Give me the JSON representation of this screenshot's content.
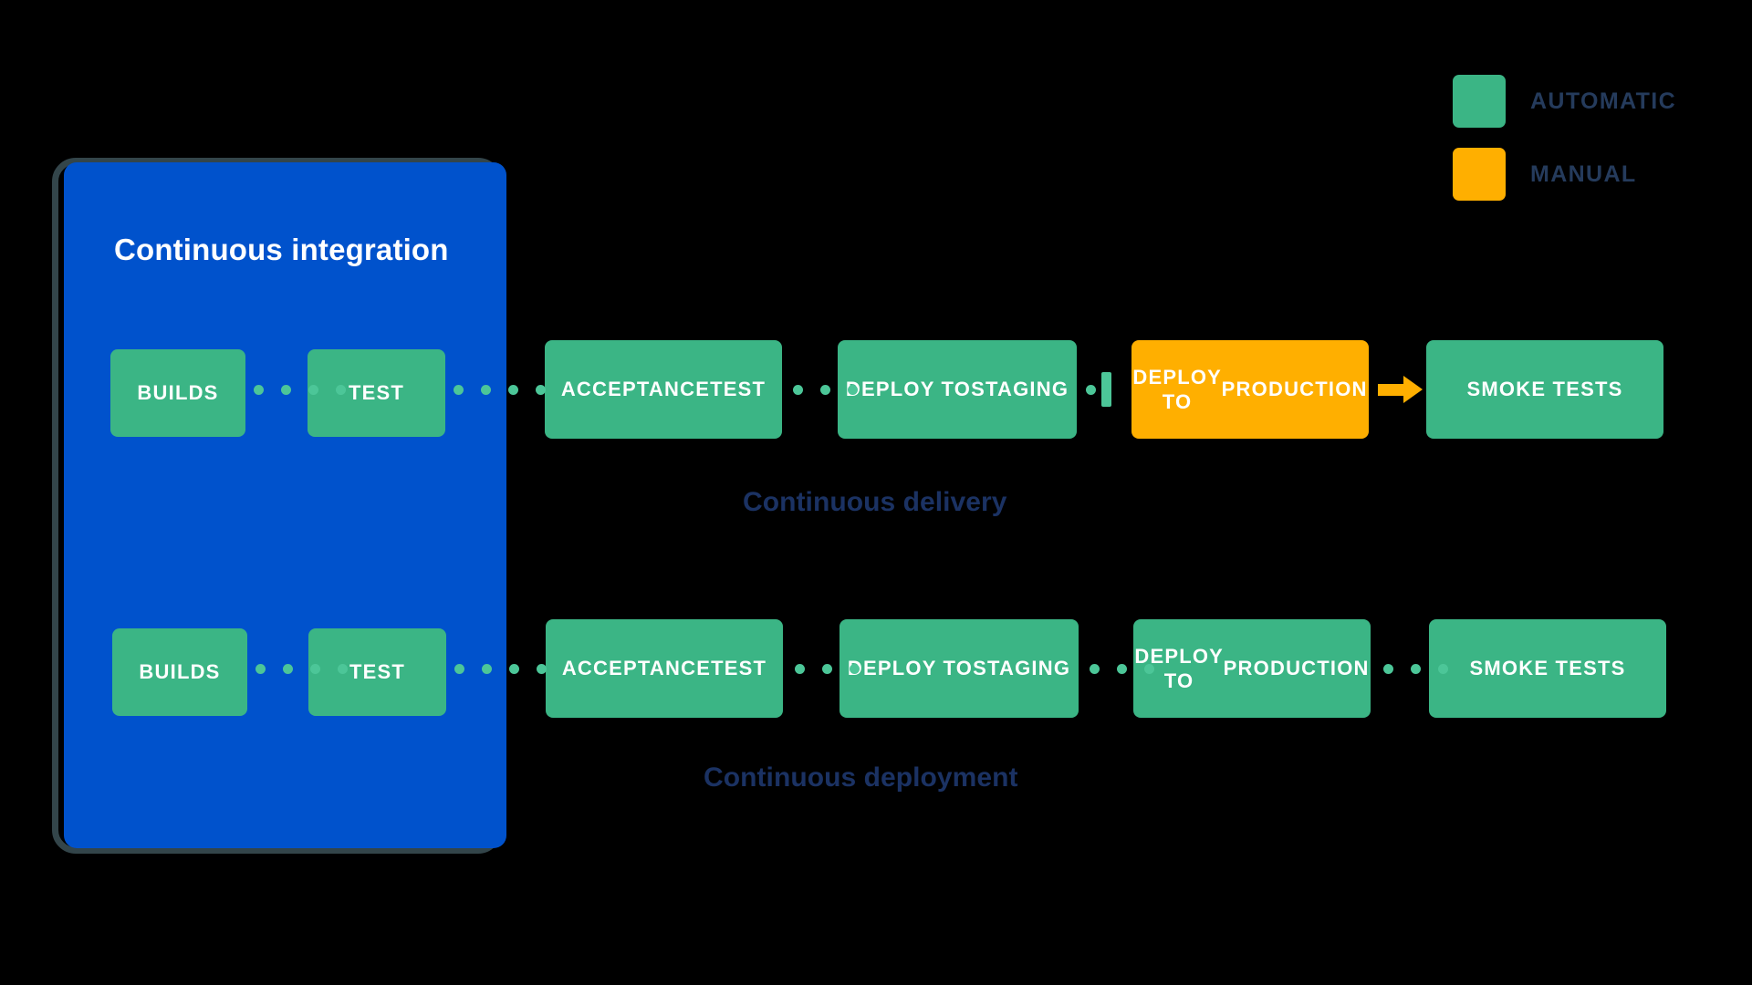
{
  "colors": {
    "background": "#000000",
    "ci_panel_blue": "#0052cc",
    "ci_panel_border": "#33454a",
    "automatic_green": "#3bb585",
    "manual_orange": "#ffaf00",
    "dot_green": "#4cc698",
    "caption_navy": "#1b3263",
    "legend_text_navy": "#253b5c",
    "node_text": "#ffffff"
  },
  "legend": {
    "items": [
      {
        "label": "AUTOMATIC",
        "swatch_color": "#3bb585",
        "kind": "automatic"
      },
      {
        "label": "MANUAL",
        "swatch_color": "#ffaf00",
        "kind": "manual"
      }
    ]
  },
  "ci_panel": {
    "title": "Continuous integration"
  },
  "flows": [
    {
      "id": "continuous-delivery",
      "caption": "Continuous delivery",
      "stages": [
        {
          "label": "BUILDS",
          "kind": "automatic",
          "inside_ci": true
        },
        {
          "label": "TEST",
          "kind": "automatic",
          "inside_ci": true
        },
        {
          "label": "ACCEPTANCE TEST",
          "kind": "automatic",
          "inside_ci": false
        },
        {
          "label": "DEPLOY TO STAGING",
          "kind": "automatic",
          "inside_ci": false
        },
        {
          "label": "DEPLOY TO PRODUCTION",
          "kind": "manual",
          "inside_ci": false
        },
        {
          "label": "SMOKE TESTS",
          "kind": "automatic",
          "inside_ci": false
        }
      ],
      "connectors": [
        {
          "type": "dotted",
          "color": "#4cc698"
        },
        {
          "type": "dotted",
          "color": "#4cc698"
        },
        {
          "type": "dotted",
          "color": "#4cc698"
        },
        {
          "type": "gate",
          "color": "#4cc698"
        },
        {
          "type": "arrow",
          "color": "#ffaf00"
        }
      ]
    },
    {
      "id": "continuous-deployment",
      "caption": "Continuous deployment",
      "stages": [
        {
          "label": "BUILDS",
          "kind": "automatic",
          "inside_ci": true
        },
        {
          "label": "TEST",
          "kind": "automatic",
          "inside_ci": true
        },
        {
          "label": "ACCEPTANCE TEST",
          "kind": "automatic",
          "inside_ci": false
        },
        {
          "label": "DEPLOY TO STAGING",
          "kind": "automatic",
          "inside_ci": false
        },
        {
          "label": "DEPLOY TO PRODUCTION",
          "kind": "automatic",
          "inside_ci": false
        },
        {
          "label": "SMOKE TESTS",
          "kind": "automatic",
          "inside_ci": false
        }
      ],
      "connectors": [
        {
          "type": "dotted",
          "color": "#4cc698"
        },
        {
          "type": "dotted",
          "color": "#4cc698"
        },
        {
          "type": "dotted",
          "color": "#4cc698"
        },
        {
          "type": "dotted",
          "color": "#4cc698"
        },
        {
          "type": "dotted",
          "color": "#4cc698"
        }
      ]
    }
  ]
}
